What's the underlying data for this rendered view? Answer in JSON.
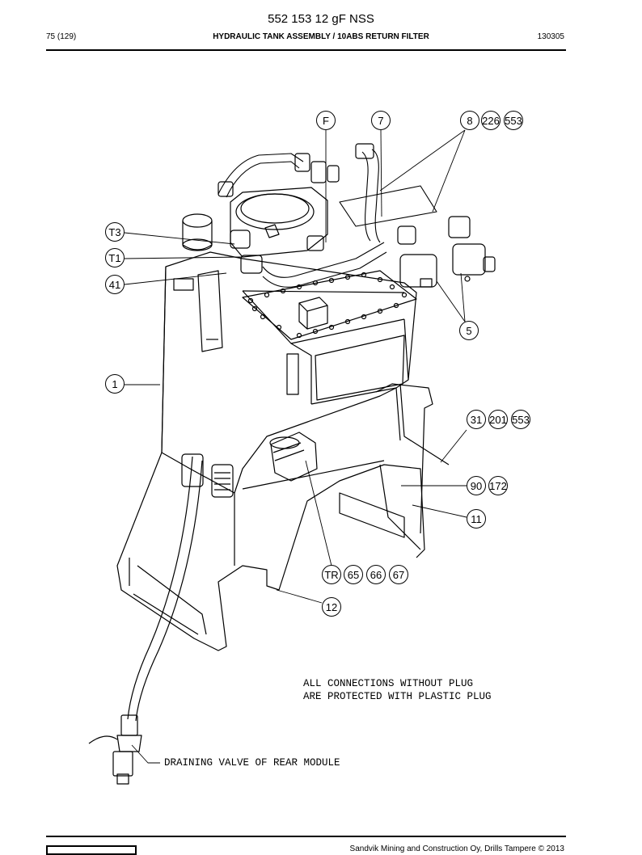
{
  "header": {
    "title": "552 153 12 gF NSS",
    "page": "75 (129)",
    "section": "HYDRAULIC TANK ASSEMBLY / 10ABS RETURN FILTER",
    "code": "130305"
  },
  "drawing": {
    "callouts": [
      {
        "id": "F",
        "label": "F"
      },
      {
        "id": "7",
        "label": "7"
      },
      {
        "id": "8",
        "label": "8"
      },
      {
        "id": "226",
        "label": "226"
      },
      {
        "id": "553a",
        "label": "553"
      },
      {
        "id": "T3",
        "label": "T3"
      },
      {
        "id": "T1",
        "label": "T1"
      },
      {
        "id": "41",
        "label": "41"
      },
      {
        "id": "5",
        "label": "5"
      },
      {
        "id": "1",
        "label": "1"
      },
      {
        "id": "31",
        "label": "31"
      },
      {
        "id": "201",
        "label": "201"
      },
      {
        "id": "553b",
        "label": "553"
      },
      {
        "id": "90",
        "label": "90"
      },
      {
        "id": "172",
        "label": "172"
      },
      {
        "id": "11",
        "label": "11"
      },
      {
        "id": "TR",
        "label": "TR"
      },
      {
        "id": "65",
        "label": "65"
      },
      {
        "id": "66",
        "label": "66"
      },
      {
        "id": "67",
        "label": "67"
      },
      {
        "id": "12",
        "label": "12"
      }
    ],
    "note_line1": "ALL CONNECTIONS WITHOUT PLUG",
    "note_line2": "ARE PROTECTED WITH PLASTIC PLUG",
    "drain_label": "DRAINING VALVE OF REAR MODULE"
  },
  "footer": {
    "copyright": "Sandvik Mining and Construction Oy, Drills Tampere © 2013"
  }
}
